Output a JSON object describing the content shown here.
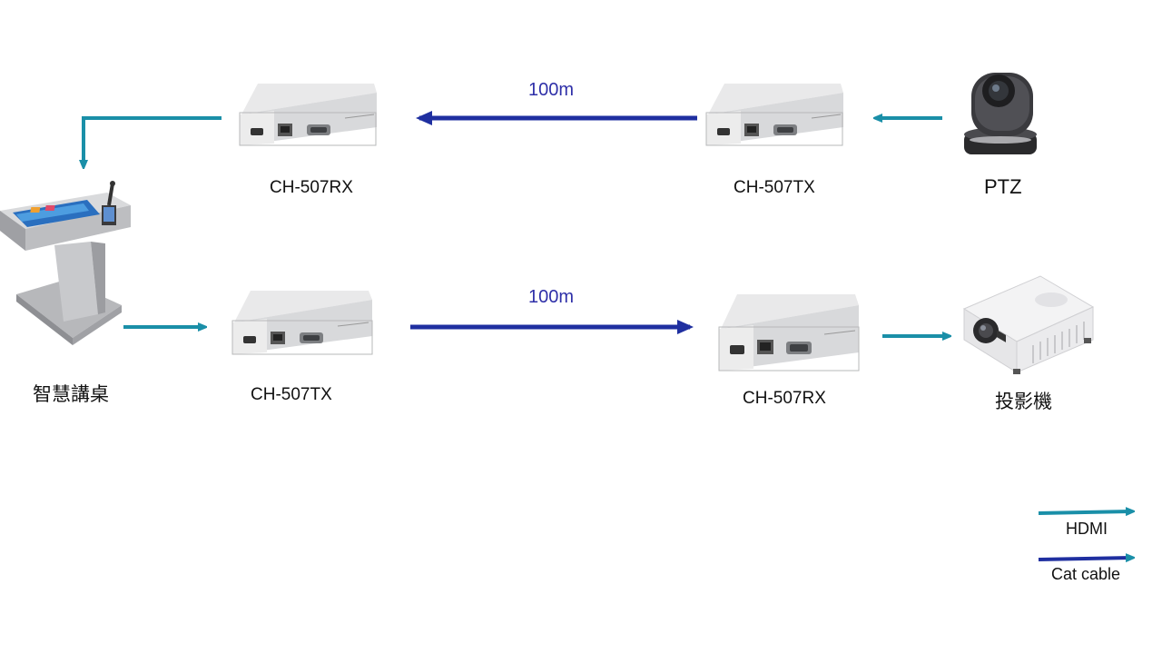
{
  "colors": {
    "hdmi": "#1a8fa8",
    "cat": "#1f2fa0"
  },
  "devices": {
    "podium": {
      "label": "智慧講桌",
      "icon": "smart-podium-icon"
    },
    "rx_top": {
      "label": "CH-507RX",
      "icon": "extender-box-icon"
    },
    "tx_top": {
      "label": "CH-507TX",
      "icon": "extender-box-icon"
    },
    "ptz": {
      "label": "PTZ",
      "icon": "ptz-camera-icon"
    },
    "tx_bottom": {
      "label": "CH-507TX",
      "icon": "extender-box-icon"
    },
    "rx_bottom": {
      "label": "CH-507RX",
      "icon": "extender-box-icon"
    },
    "projector": {
      "label": "投影機",
      "icon": "projector-icon"
    }
  },
  "links": {
    "top_distance": "100m",
    "bottom_distance": "100m"
  },
  "legend": {
    "hdmi_label": "HDMI",
    "cat_label": "Cat cable"
  }
}
